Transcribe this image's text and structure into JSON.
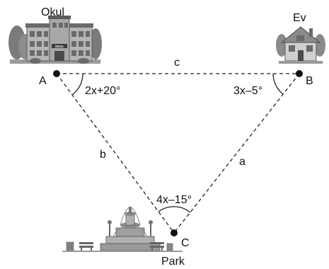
{
  "places": {
    "school": "Okul",
    "home": "Ev",
    "park": "Park",
    "school_sign": "OKUL"
  },
  "points": {
    "a": "A",
    "b": "B",
    "c": "C"
  },
  "sides": {
    "ab": "c",
    "ac": "b",
    "bc": "a"
  },
  "angles": {
    "at_a": "2x+20°",
    "at_b": "3x–5°",
    "at_c": "4x–15°"
  },
  "colors": {
    "line": "#222222",
    "building": "#8a8a8a",
    "building_dark": "#5a5a5a",
    "tree": "#7a7a7a",
    "house_roof": "#9a9a9a"
  },
  "icons": [
    "school-building-icon",
    "house-icon",
    "fountain-icon",
    "bench-icon",
    "trash-bin-icon"
  ]
}
